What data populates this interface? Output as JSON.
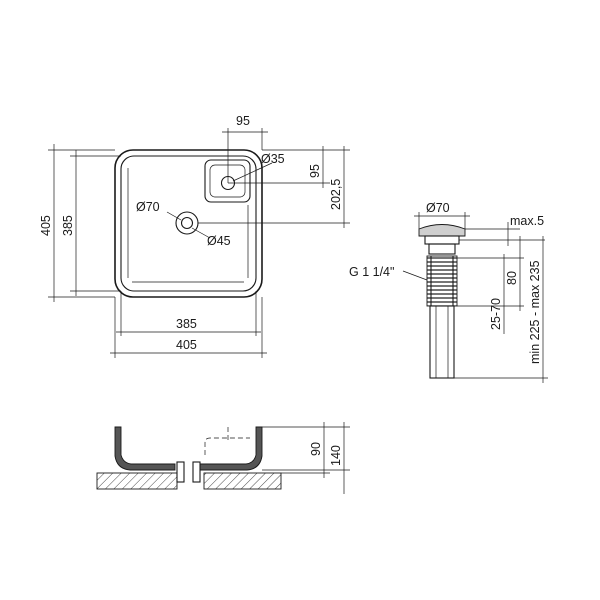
{
  "labels": {
    "top_95": "95",
    "d35": "Ø35",
    "right_95": "95",
    "dim_202_5": "202,5",
    "dim_405_left": "405",
    "dim_385_left": "385",
    "d70_bowl": "Ø70",
    "d45": "Ø45",
    "dim_385_bottom": "385",
    "dim_405_bottom": "405",
    "d70_drain": "Ø70",
    "max5": "max.5",
    "thread": "G 1 1/4\"",
    "dim_80": "80",
    "dim_25_70": "25-70",
    "dim_range": "min 225 - max 235",
    "dim_90": "90",
    "dim_140": "140"
  }
}
